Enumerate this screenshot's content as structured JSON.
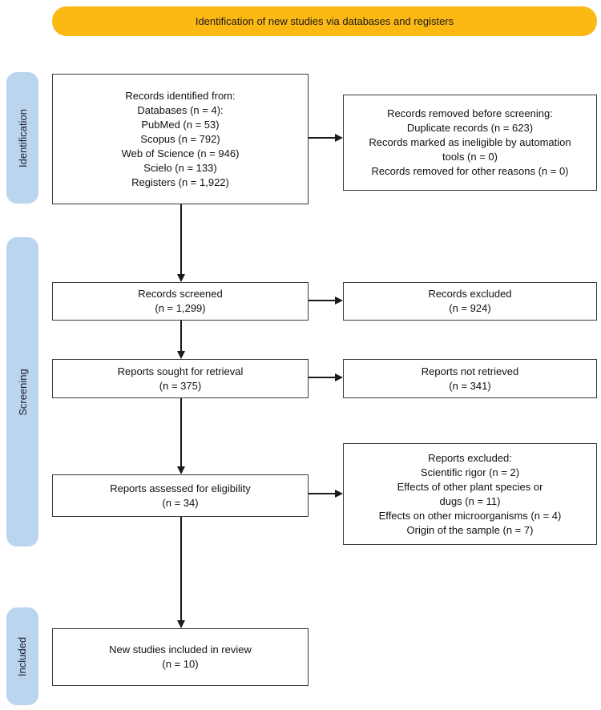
{
  "banner": {
    "label": "Identification of new studies via databases and registers"
  },
  "stages": [
    {
      "label": "Identification"
    },
    {
      "label": "Screening"
    },
    {
      "label": "Included"
    }
  ],
  "colors": {
    "banner_bg": "#FCB813",
    "stage_bg": "#BCD5EF",
    "box_border": "#3a3a3a",
    "arrow": "#1a1a1a"
  },
  "boxes": {
    "records_identified": {
      "lines": [
        "Records identified from:",
        "Databases (n = 4):",
        "PubMed (n = 53)",
        "Scopus (n = 792)",
        "Web of Science (n = 946)",
        "Scielo (n = 133)",
        "Registers (n = 1,922)"
      ]
    },
    "records_removed": {
      "lines": [
        "Records removed before screening:",
        "Duplicate records (n = 623)",
        "Records marked as ineligible by automation",
        "tools (n = 0)",
        "Records removed for other reasons (n = 0)"
      ]
    },
    "records_screened": {
      "lines": [
        "Records screened",
        "(n = 1,299)"
      ]
    },
    "records_excluded": {
      "lines": [
        "Records excluded",
        "(n = 924)"
      ]
    },
    "reports_sought": {
      "lines": [
        "Reports sought for retrieval",
        "(n = 375)"
      ]
    },
    "reports_not_retrieved": {
      "lines": [
        "Reports not retrieved",
        "(n = 341)"
      ]
    },
    "reports_assessed": {
      "lines": [
        "Reports assessed for eligibility",
        "(n = 34)"
      ]
    },
    "reports_excluded": {
      "lines": [
        "Reports excluded:",
        "Scientific rigor (n = 2)",
        "Effects of other plant species or",
        "dugs (n = 11)",
        "Effects on other microorganisms (n = 4)",
        "Origin of the sample (n = 7)"
      ]
    },
    "new_studies_included": {
      "lines": [
        "New studies included in review",
        "(n = 10)"
      ]
    }
  }
}
